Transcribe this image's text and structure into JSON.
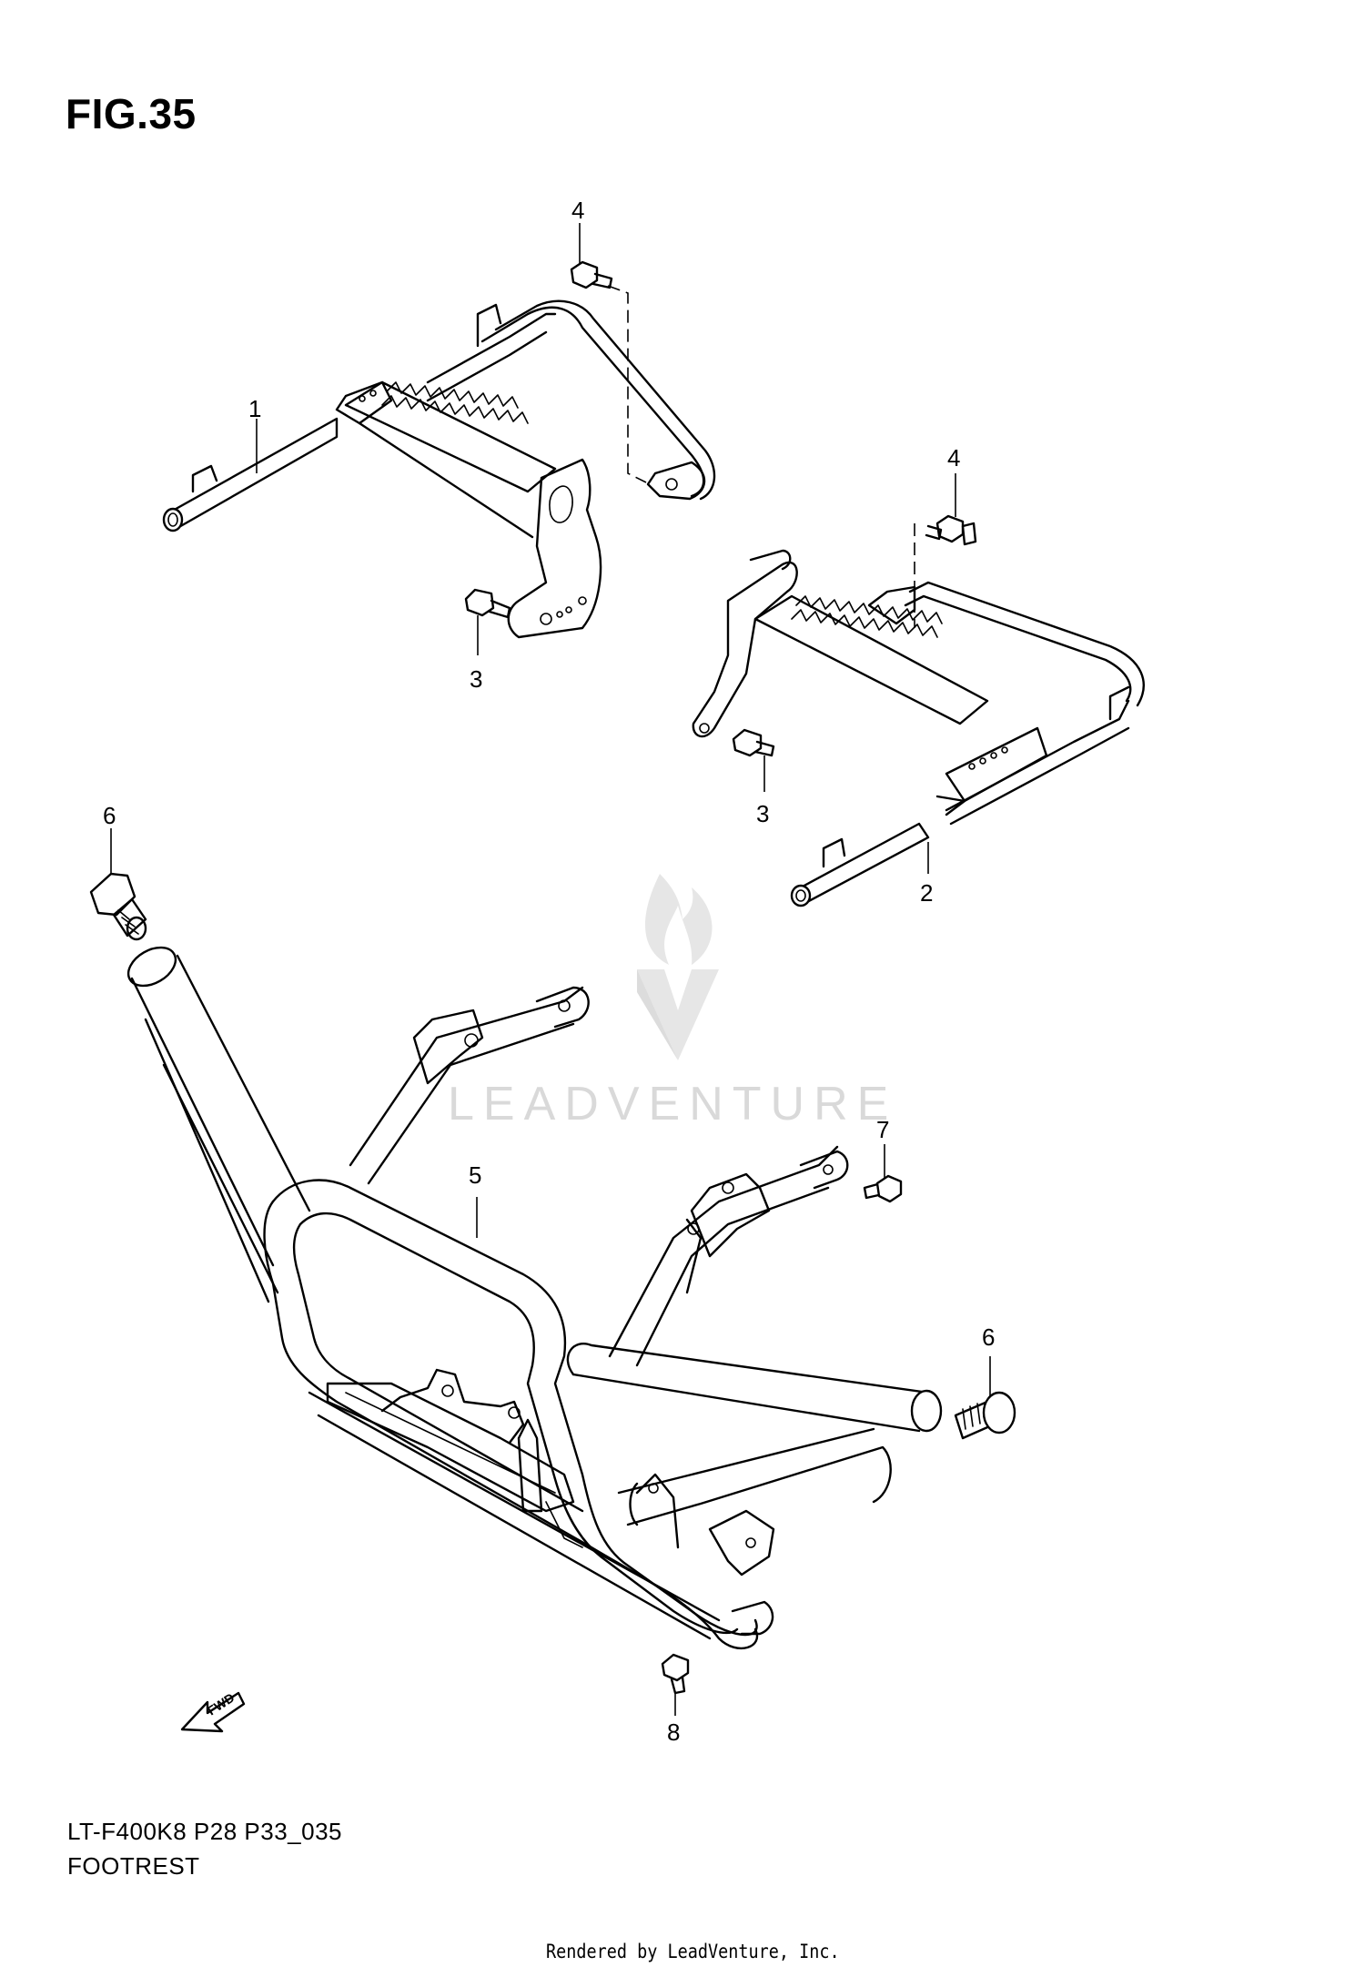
{
  "figure": {
    "title": "FIG.35",
    "model_code": "LT-F400K8 P28 P33_035",
    "name": "FOOTREST"
  },
  "footer": {
    "rendered_by": "Rendered by LeadVenture, Inc."
  },
  "watermark": {
    "text": "LEADVENTURE"
  },
  "fwd_label": "FWD",
  "callouts": [
    {
      "id": "c1",
      "label": "1"
    },
    {
      "id": "c2",
      "label": "2"
    },
    {
      "id": "c3a",
      "label": "3"
    },
    {
      "id": "c3b",
      "label": "3"
    },
    {
      "id": "c4a",
      "label": "4"
    },
    {
      "id": "c4b",
      "label": "4"
    },
    {
      "id": "c5",
      "label": "5"
    },
    {
      "id": "c6a",
      "label": "6"
    },
    {
      "id": "c6b",
      "label": "6"
    },
    {
      "id": "c7",
      "label": "7"
    },
    {
      "id": "c8",
      "label": "8"
    }
  ],
  "colors": {
    "line": "#000000",
    "background": "#ffffff",
    "watermark": "#d9d9d9"
  }
}
